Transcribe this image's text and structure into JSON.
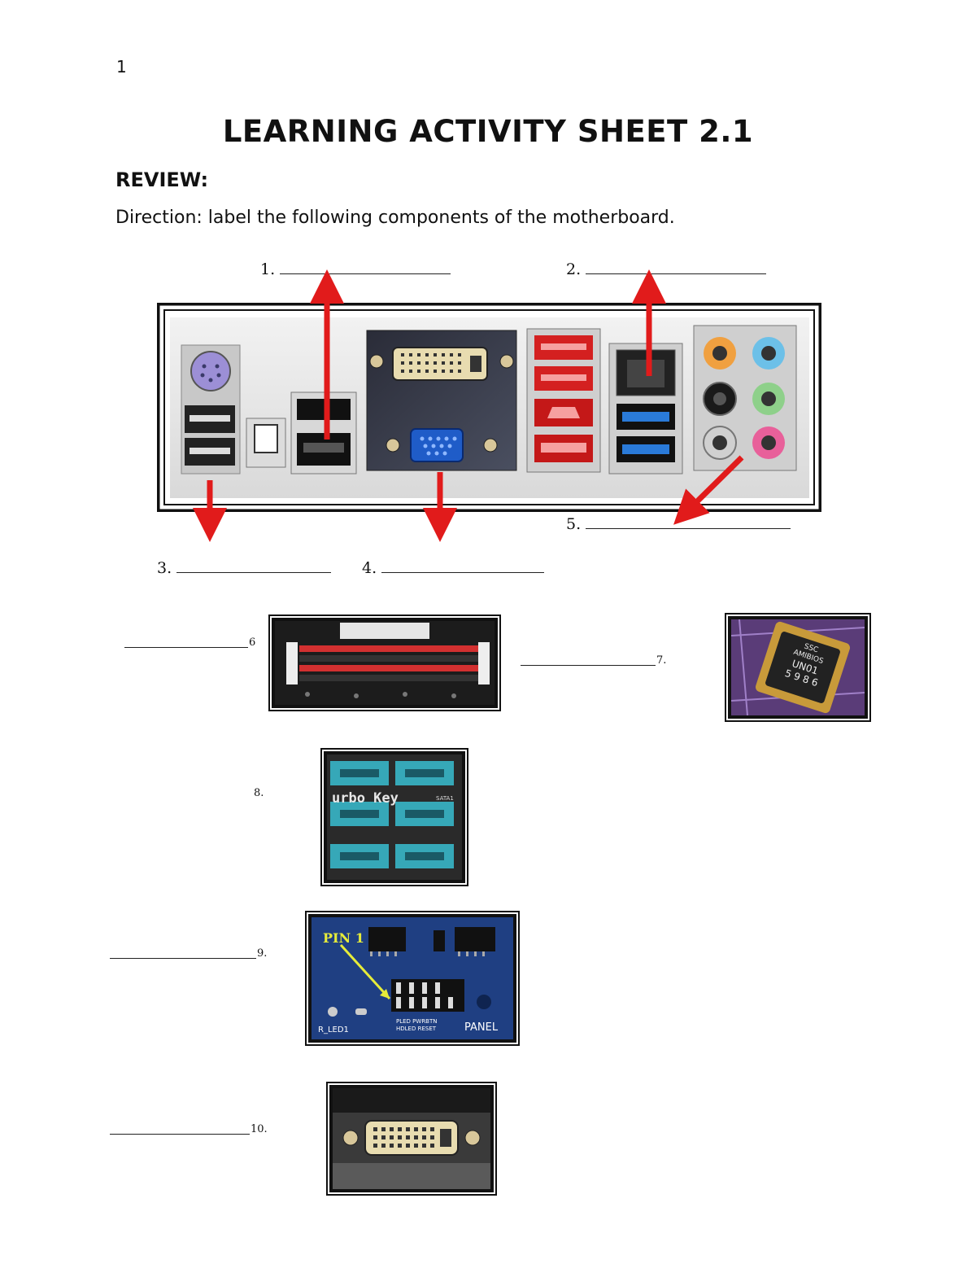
{
  "page_number": "1",
  "title": "LEARNING ACTIVITY SHEET 2.1",
  "section_heading": "REVIEW:",
  "direction": "Direction: label the following components of the motherboard.",
  "back_panel_labels": {
    "l1": "1.",
    "l2": "2.",
    "l3": "3.",
    "l4": "4.",
    "l5": "5."
  },
  "component_labels": {
    "l6": "6",
    "l7": "7.",
    "l8": "8.",
    "l9": "9.",
    "l10": "10."
  },
  "photo_text": {
    "bios_chip_lines": [
      "SSC",
      "AMIBIOS",
      "UN01",
      "5 9 8 6"
    ],
    "sata_board_text": "urbo Key",
    "sata_label": "SATA1",
    "panel_pin_label": "PIN 1",
    "panel_text": "PANEL",
    "panel_sub": [
      "PLED",
      "PWRBTN",
      "HDLED",
      "RESET"
    ],
    "led_text": "R_LED1"
  },
  "colors": {
    "arrow": "#e11b1b",
    "audio_orange": "#f0a040",
    "audio_blue": "#6cc0e8",
    "audio_green": "#8ed08a",
    "audio_pink": "#e8609a",
    "audio_black": "#1a1a1a",
    "audio_grey": "#d0d0d0",
    "usb3_blue": "#2a7ad8",
    "ps2_purple": "#9c8fd6",
    "sata_teal": "#36a8b8"
  }
}
